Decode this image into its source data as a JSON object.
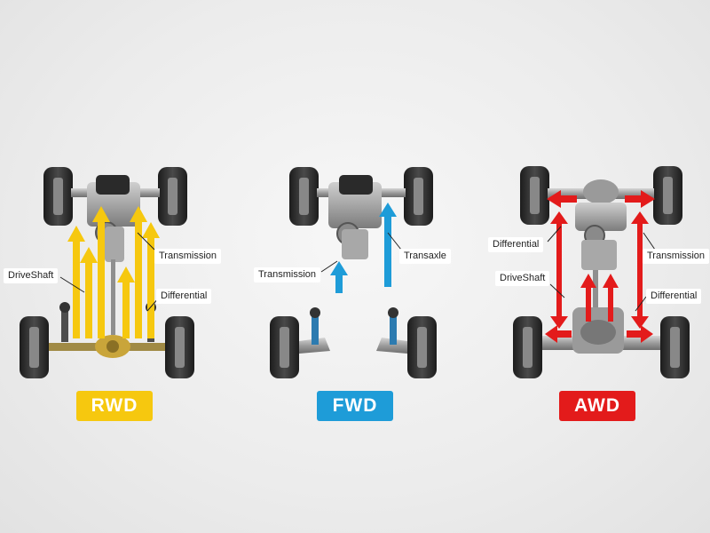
{
  "colors": {
    "rwd": "#f6c80f",
    "fwd": "#1e9cd8",
    "awd": "#e31b1b",
    "metal": "#9a9a9a",
    "tire": "#2b2b2b"
  },
  "panels": {
    "rwd": {
      "badge": "RWD",
      "labels": {
        "driveshaft": "DriveShaft",
        "transmission": "Transmission",
        "differential": "Differential"
      }
    },
    "fwd": {
      "badge": "FWD",
      "labels": {
        "transmission": "Transmission",
        "transaxle": "Transaxle"
      }
    },
    "awd": {
      "badge": "AWD",
      "labels": {
        "differential_front": "Differential",
        "transmission": "Transmission",
        "driveshaft": "DriveShaft",
        "differential_rear": "Differential"
      }
    }
  },
  "icons": [
    "wheel-icon",
    "engine-icon",
    "axle-icon",
    "arrow-icon"
  ]
}
